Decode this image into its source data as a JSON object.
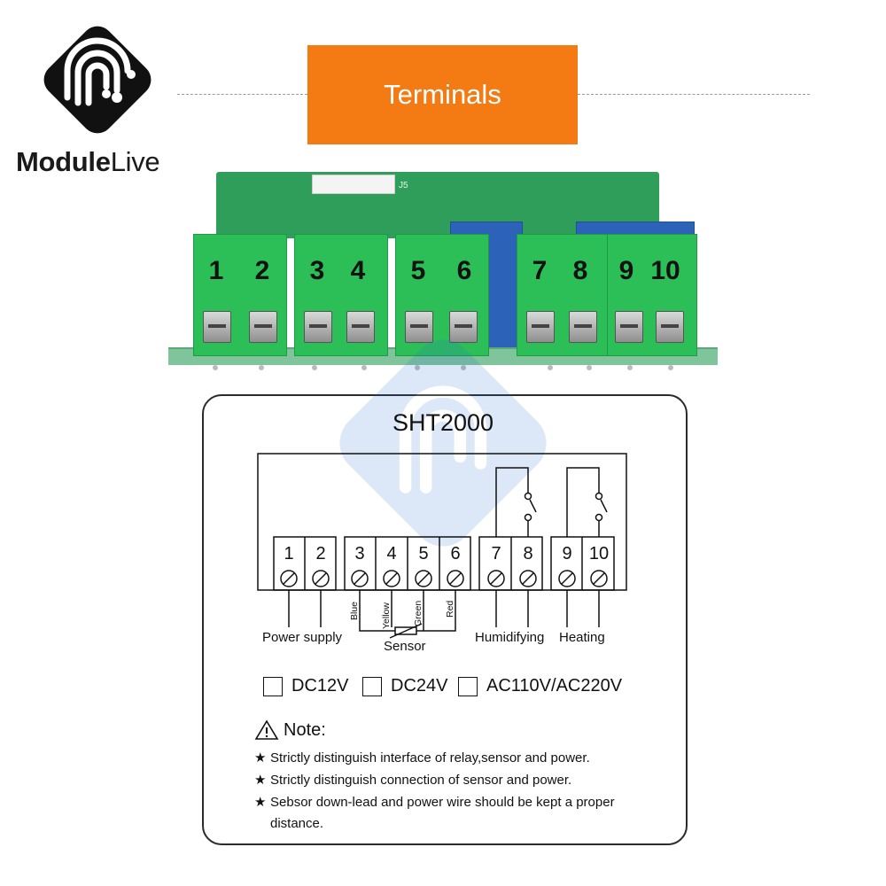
{
  "brand": {
    "name_bold": "Module",
    "name_light": "Live",
    "colors": {
      "accent": "#f47a13",
      "logo": "#111111"
    }
  },
  "header": {
    "title": "Terminals"
  },
  "board": {
    "terminal_labels": [
      "1",
      "2",
      "3",
      "4",
      "5",
      "6",
      "7",
      "8",
      "9",
      "10"
    ],
    "silkscreen": "J5",
    "colors": {
      "pcb": "#2f9e5a",
      "terminal_block": "#2cbf57",
      "relay": "#2c63b8"
    }
  },
  "diagram": {
    "title": "SHT2000",
    "terminals": [
      "1",
      "2",
      "3",
      "4",
      "5",
      "6",
      "7",
      "8",
      "9",
      "10"
    ],
    "wire_colors": [
      "Blue",
      "Yellow",
      "Green",
      "Red"
    ],
    "labels": {
      "power": "Power supply",
      "sensor": "Sensor",
      "humidifying": "Humidifying",
      "heating": "Heating"
    },
    "voltage_options": [
      "DC12V",
      "DC24V",
      "AC110V/AC220V"
    ],
    "note": {
      "title": "Note:",
      "icon": "warning-triangle-icon",
      "items": [
        "Strictly distinguish interface of relay,sensor and power.",
        "Strictly distinguish connection of sensor and power.",
        "Sebsor down-lead and power wire should be kept a proper distance."
      ],
      "bullet_icon": "star-icon"
    }
  }
}
